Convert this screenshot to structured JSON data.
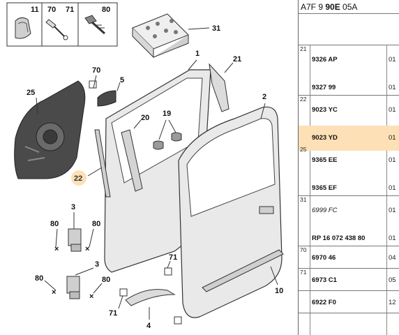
{
  "header": {
    "ref_prefix": "A7F 9 ",
    "ref_bold": "90E",
    "ref_suffix": " 05A"
  },
  "table": {
    "groups": [
      {
        "no": "21",
        "parts": [
          {
            "ref": "9326 AP",
            "qty": "01"
          },
          {
            "ref": "9327 99",
            "qty": "01"
          }
        ]
      },
      {
        "no": "22",
        "parts": [
          {
            "ref": "9023 YC",
            "qty": "01"
          },
          {
            "ref": "9023 YD",
            "qty": "01",
            "highlight": true
          }
        ]
      },
      {
        "no": "25",
        "parts": [
          {
            "ref": "9365 EE",
            "qty": "01"
          },
          {
            "ref": "9365 EF",
            "qty": "01"
          }
        ]
      },
      {
        "no": "31",
        "parts": [
          {
            "ref": "6999 FC",
            "qty": "01",
            "italic": true
          },
          {
            "ref": "RP 16 072 438 80",
            "qty": "01"
          }
        ]
      },
      {
        "no": "70",
        "parts": [
          {
            "ref": "6970 46",
            "qty": "04"
          }
        ]
      },
      {
        "no": "71",
        "parts": [
          {
            "ref": "6973 C1",
            "qty": "05"
          }
        ]
      },
      {
        "no": "",
        "parts": [
          {
            "ref": "6922 F0",
            "qty": "12"
          }
        ]
      }
    ]
  },
  "inset": {
    "labels": [
      "11",
      "70",
      "71",
      "80"
    ]
  },
  "callouts": {
    "c1": "1",
    "c2": "2",
    "c3a": "3",
    "c3b": "3",
    "c4": "4",
    "c5": "5",
    "c10": "10",
    "c19": "19",
    "c20": "20",
    "c21": "21",
    "c22": "22",
    "c25": "25",
    "c31": "31",
    "c70": "70",
    "c71a": "71",
    "c71b": "71",
    "c80a": "80",
    "c80b": "80",
    "c80c": "80",
    "c80d": "80"
  },
  "colors": {
    "highlight": "#fde0b6",
    "door_fill": "#e9e9e9",
    "part_dark": "#4a4a4a"
  }
}
